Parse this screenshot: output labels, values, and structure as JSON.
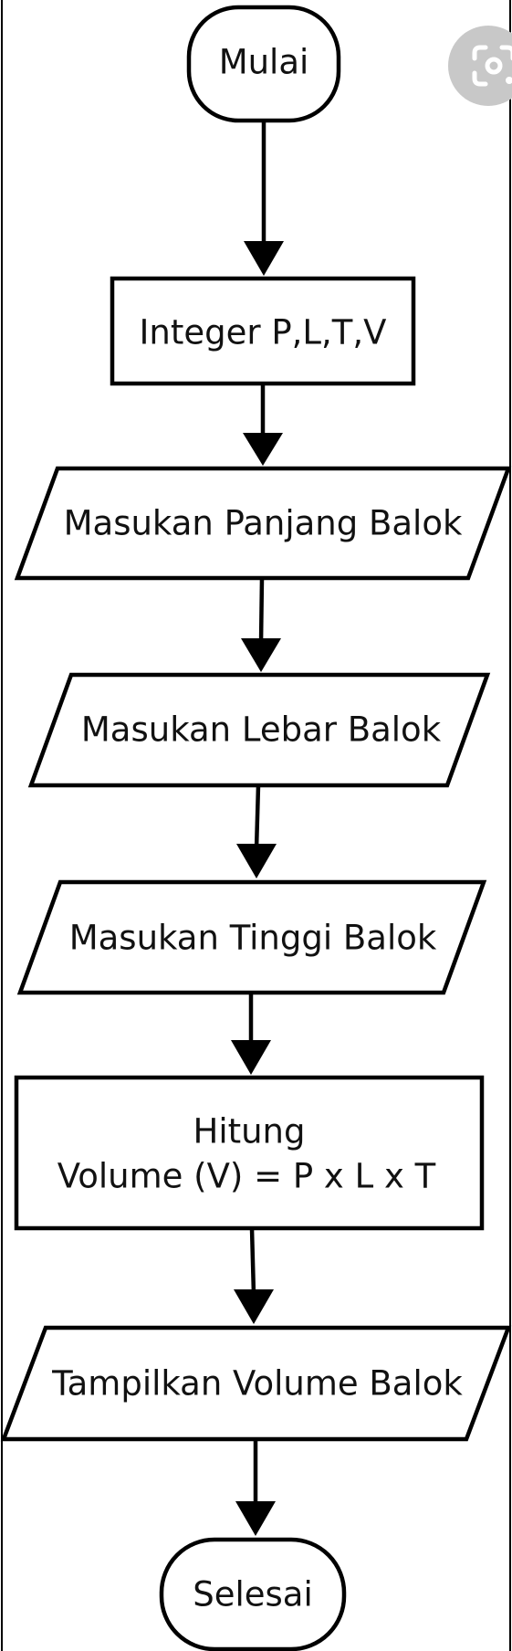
{
  "colors": {
    "stroke": "#000000",
    "fill": "#ffffff",
    "text": "#111111",
    "lens_badge": "#c8c8c8"
  },
  "lens_badge": {
    "icon": "lens-search-icon"
  },
  "flowchart": {
    "start": {
      "label": "Mulai"
    },
    "declare": {
      "label": "Integer P,L,T,V"
    },
    "input_length": {
      "label": "Masukan Panjang Balok"
    },
    "input_width": {
      "label": "Masukan Lebar Balok"
    },
    "input_height": {
      "label": "Masukan Tinggi Balok"
    },
    "compute": {
      "line1": "Hitung",
      "line2": "Volume (V) = P x L x T"
    },
    "output": {
      "label": "Tampilkan Volume Balok"
    },
    "end": {
      "label": "Selesai"
    }
  }
}
